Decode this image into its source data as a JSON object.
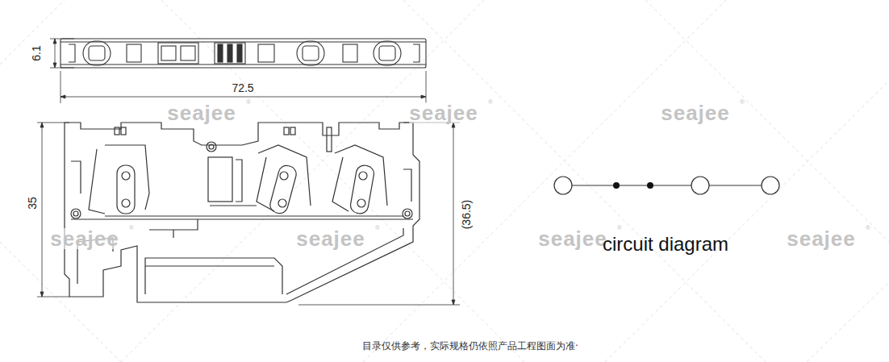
{
  "diagram": {
    "labels": [
      "6.1",
      "72.5",
      "35",
      "(36.5)",
      "seajee",
      "®",
      "seajee",
      "®",
      "seajee",
      "®",
      "seajee",
      "®",
      "seajee",
      "®",
      "seajee",
      "®",
      "seajee",
      "®",
      "circuit diagram",
      "目录仅供参考，实际规格仍依照产品工程图面为准·"
    ]
  }
}
